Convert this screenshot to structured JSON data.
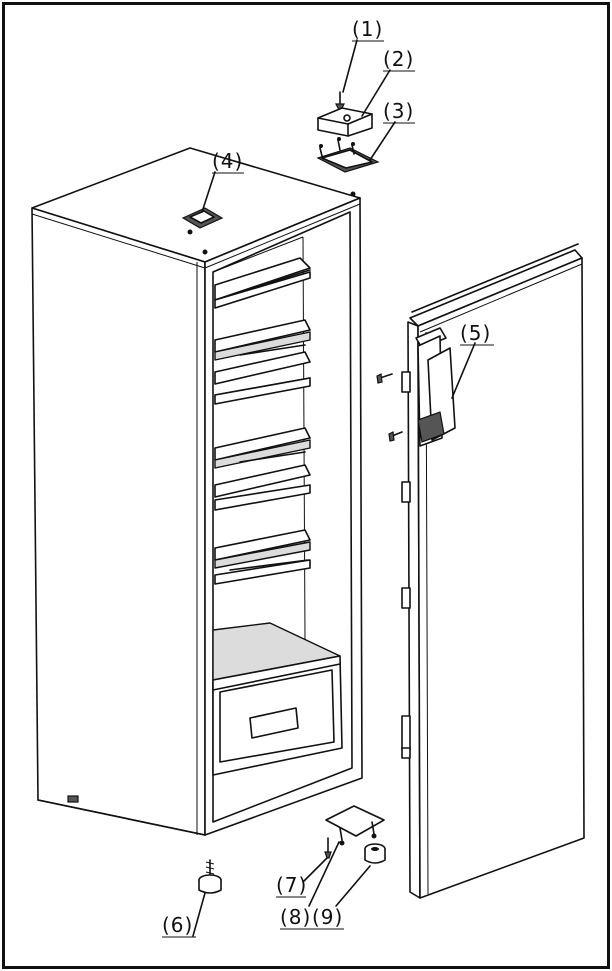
{
  "labels": {
    "p1": "(1)",
    "p2": "(2)",
    "p3": "(3)",
    "p4": "(4)",
    "p5": "(5)",
    "p6": "(6)",
    "p7": "(7)",
    "p8": "(8)",
    "p9": "(9)"
  }
}
